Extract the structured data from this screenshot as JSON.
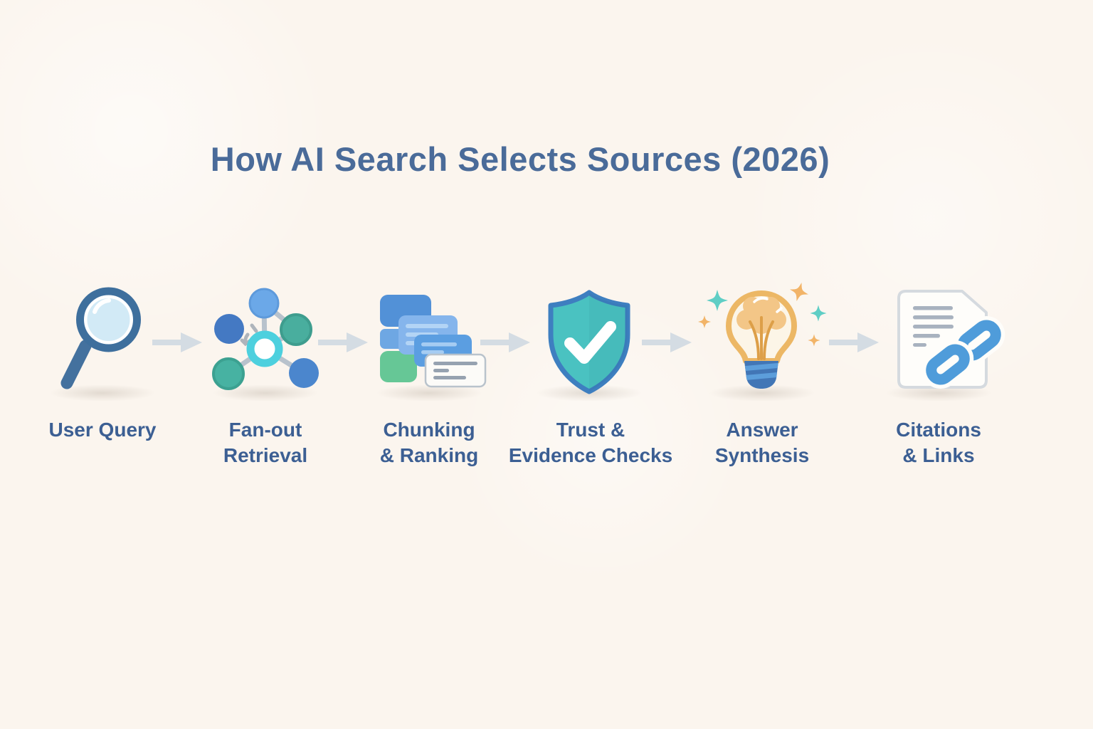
{
  "title": "How AI Search Selects Sources (2026)",
  "steps": [
    {
      "id": "user-query",
      "icon": "magnifier-icon",
      "lines": [
        "User Query",
        ""
      ]
    },
    {
      "id": "fan-out-retrieval",
      "icon": "fanout-network-icon",
      "lines": [
        "Fan-out",
        "Retrieval"
      ]
    },
    {
      "id": "chunking-ranking",
      "icon": "stacked-documents-icon",
      "lines": [
        "Chunking",
        "& Ranking"
      ]
    },
    {
      "id": "trust-evidence",
      "icon": "shield-check-icon",
      "lines": [
        "Trust &",
        "Evidence Checks"
      ]
    },
    {
      "id": "answer-synthesis",
      "icon": "lightbulb-idea-icon",
      "lines": [
        "Answer",
        "Synthesis"
      ]
    },
    {
      "id": "citations-links",
      "icon": "document-link-icon",
      "lines": [
        "Citations",
        "& Links"
      ]
    }
  ],
  "colors": {
    "background": "#FBF5EE",
    "title_text": "#4A6B99",
    "label_text": "#3C5F93",
    "flow_arrow": "#D4DCE3",
    "magnifier_rim": "#3E6F9D",
    "magnifier_lens": "#D2EAF6",
    "network_hub_ring": "#4DD0DE",
    "network_blue_node": "#4479C3",
    "network_light_blue_node": "#6BA8E8",
    "network_teal_node": "#47B2A2",
    "chunk_blue": "#5291D7",
    "chunk_green": "#66C796",
    "shield_fill": "#4AC2C1",
    "shield_border": "#3E7FC0",
    "checkmark": "#FFFFFF",
    "bulb_outline": "#ECB765",
    "bulb_tree": "#F3C687",
    "bulb_base": "#4276B6",
    "sparkle_teal": "#5FCEC5",
    "sparkle_orange": "#F2B468",
    "chain_link": "#4F9CDA",
    "document_border": "#D5DADF"
  }
}
